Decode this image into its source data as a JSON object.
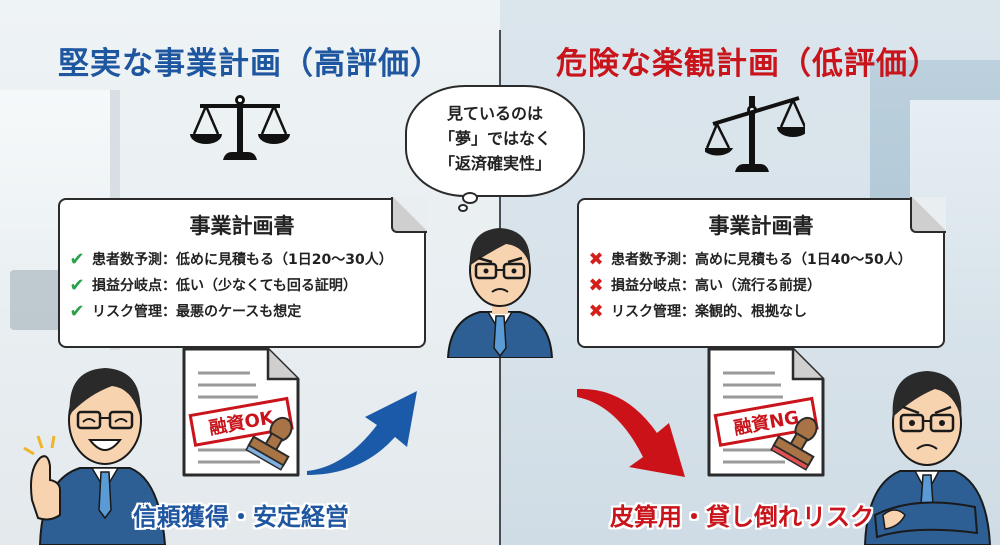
{
  "left": {
    "title": "堅実な事業計画（高評価）",
    "title_color": "#1f56a0",
    "scale_state": "balanced",
    "document": {
      "title": "事業計画書",
      "items": [
        {
          "mark": "✔",
          "mark_type": "check",
          "label": "患者数予測：低めに見積もる（1日20〜30人）"
        },
        {
          "mark": "✔",
          "mark_type": "check",
          "label": "損益分岐点：低い（少なくても回る証明）"
        },
        {
          "mark": "✔",
          "mark_type": "check",
          "label": "リスク管理：最悪のケースも想定"
        }
      ]
    },
    "stamp_text": "融資OK",
    "stamp_color": "#c8141a",
    "arrow_direction": "up",
    "arrow_color": "#1a5aa8",
    "caption": "信頼獲得・安定経営",
    "person_expression": "smiling-thumbs-up"
  },
  "right": {
    "title": "危険な楽観計画（低評価）",
    "title_color": "#c8141a",
    "scale_state": "tilted",
    "document": {
      "title": "事業計画書",
      "items": [
        {
          "mark": "✖",
          "mark_type": "cross",
          "label": "患者数予測：高めに見積もる（1日40〜50人）"
        },
        {
          "mark": "✖",
          "mark_type": "cross",
          "label": "損益分岐点：高い（流行る前提）"
        },
        {
          "mark": "✖",
          "mark_type": "cross",
          "label": "リスク管理：楽観的、根拠なし"
        }
      ]
    },
    "stamp_text": "融資NG",
    "stamp_color": "#c8141a",
    "arrow_direction": "down",
    "arrow_color": "#cc1219",
    "caption": "皮算用・貸し倒れリスク",
    "person_expression": "frowning-arms-crossed"
  },
  "center": {
    "thought_bubble": {
      "lines": [
        "見ているのは",
        "「夢」ではなく",
        "「返済確実性」"
      ]
    },
    "person_expression": "serious-banker"
  }
}
